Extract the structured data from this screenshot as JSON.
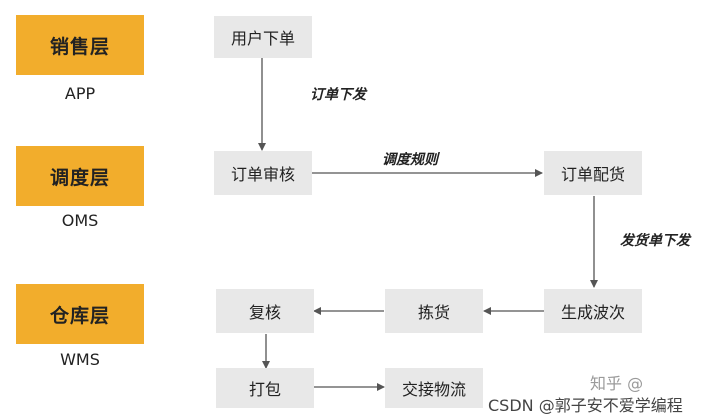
{
  "layers": [
    {
      "label": "销售层",
      "system": "APP"
    },
    {
      "label": "调度层",
      "system": "OMS"
    },
    {
      "label": "仓库层",
      "system": "WMS"
    }
  ],
  "nodes": {
    "place_order": "用户下单",
    "order_review": "订单审核",
    "order_allocation": "订单配货",
    "generate_batch": "生成波次",
    "picking": "拣货",
    "recheck": "复核",
    "packing": "打包",
    "handover": "交接物流"
  },
  "edges": {
    "order_dispatch": "订单下发",
    "dispatch_rule": "调度规则",
    "delivery_order_dispatch": "发货单下发"
  },
  "watermark": {
    "faint": "知乎 @",
    "csdn": "CSDN @郭子安不爱学编程"
  },
  "colors": {
    "layer_fill": "#f2ad2c",
    "node_fill": "#e8e8e8",
    "arrow": "#555555"
  }
}
